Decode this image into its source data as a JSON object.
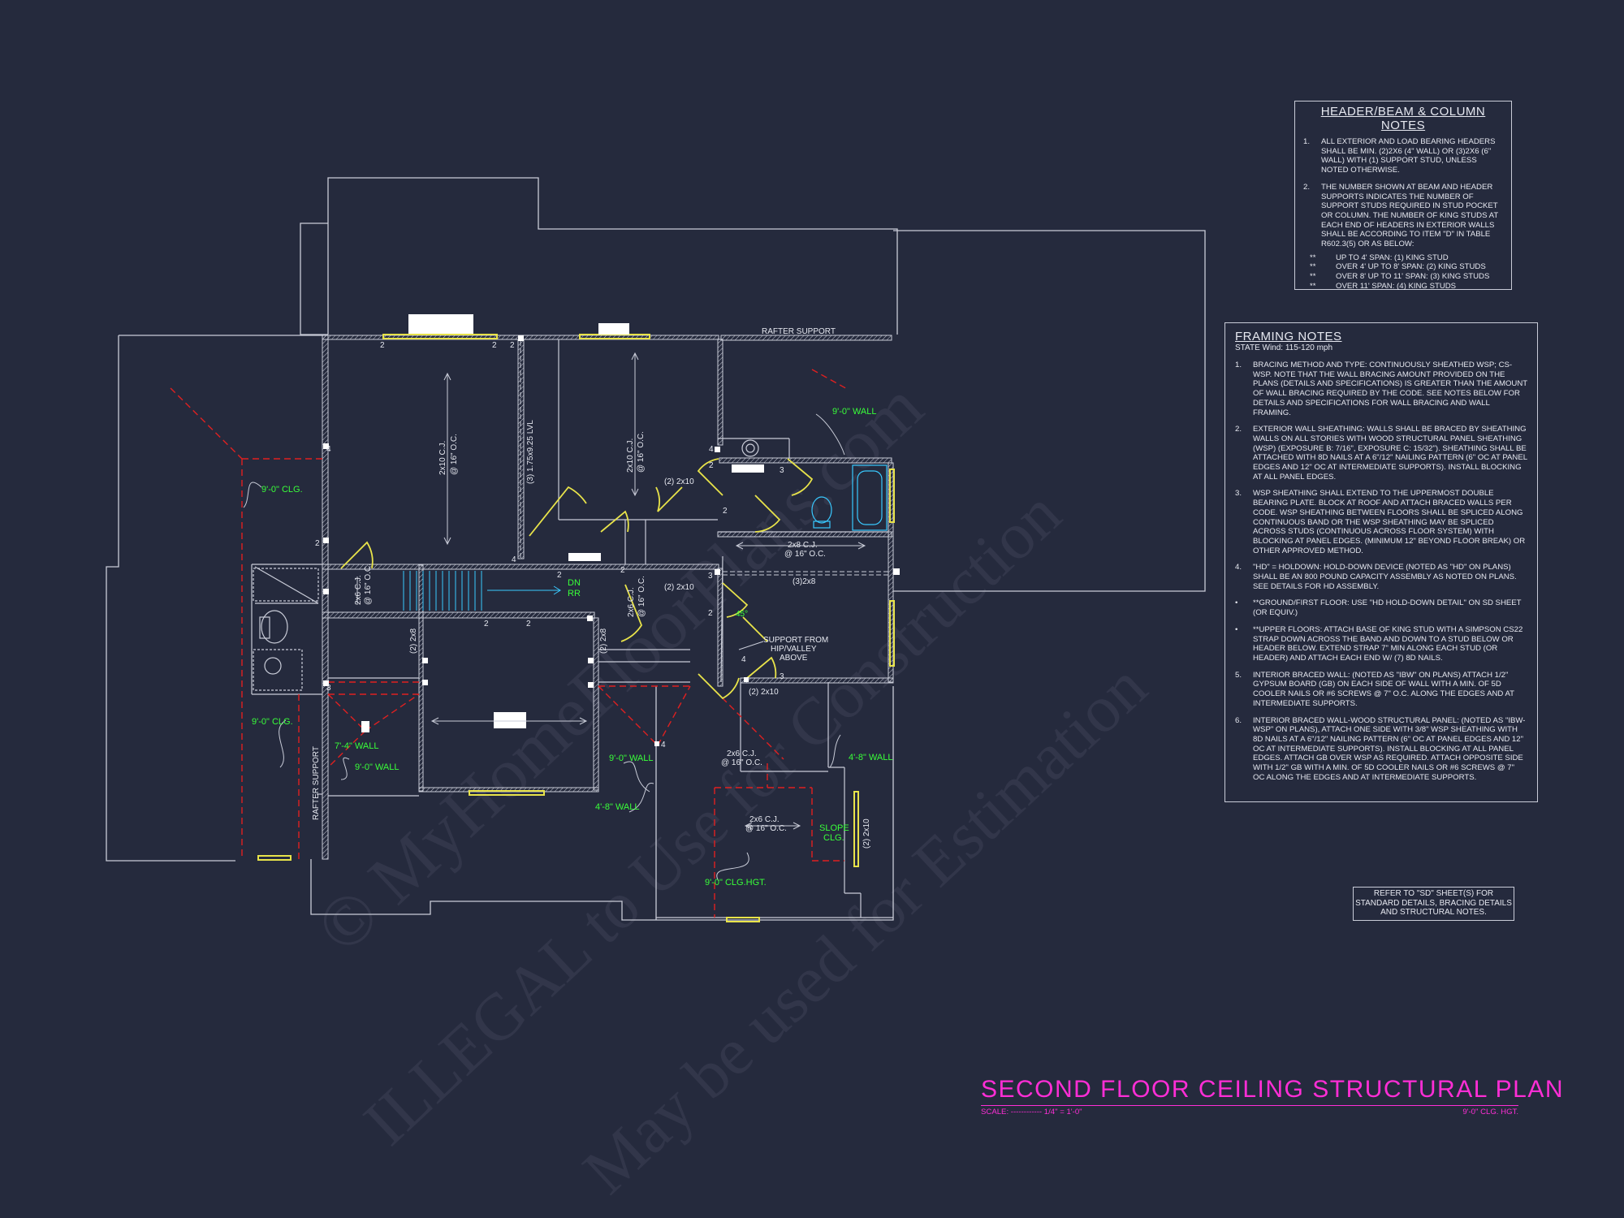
{
  "sheet": {
    "background": "#252a3d",
    "line_color": "#c9ccd8",
    "label_color": "#39ff39",
    "accent_color": "#ff2ed6",
    "red_dash_color": "#e02020",
    "window_color": "#e8e34a"
  },
  "watermark": {
    "line1": "© MyHomeFloorPlans.com",
    "line2": "ILLEGAL to Use for Construction",
    "line3": "May be used for Estimation"
  },
  "title_block": {
    "title": "SECOND FLOOR CEILING STRUCTURAL PLAN",
    "scale_label": "SCALE: ------------ 1/4\" = 1'-0\"",
    "ceiling_height": "9'-0\" CLG. HGT."
  },
  "header_notes": {
    "title": "HEADER/BEAM & COLUMN NOTES",
    "items": [
      {
        "num": "1.",
        "text": "ALL EXTERIOR AND LOAD BEARING HEADERS SHALL BE MIN. (2)2x6 (4\" WALL) OR (3)2x6 (6\" WALL) WITH (1) SUPPORT STUD, UNLESS NOTED OTHERWISE."
      },
      {
        "num": "2.",
        "text": "THE NUMBER SHOWN AT BEAM AND HEADER SUPPORTS INDICATES THE NUMBER OF SUPPORT STUDS REQUIRED IN STUD POCKET OR COLUMN. THE NUMBER OF KING STUDS AT EACH END OF HEADERS IN EXTERIOR WALLS SHALL BE ACCORDING TO ITEM \"d\" IN TABLE R602.3(5) OR AS BELOW:"
      }
    ],
    "sub_items": [
      "UP TO 4' SPAN: (1) KING STUD",
      "OVER 4' UP TO 8' SPAN: (2) KING STUDS",
      "OVER 8' UP TO 11' SPAN: (3) KING STUDS",
      "OVER 11' SPAN: (4) KING STUDS"
    ],
    "bullet": "**"
  },
  "framing_notes": {
    "title": "FRAMING NOTES",
    "subtitle": "STATE Wind: 115-120 mph",
    "items": [
      {
        "num": "1.",
        "text": "BRACING METHOD AND TYPE: CONTINUOUSLY SHEATHED WSP; CS-WSP. NOTE THAT THE WALL BRACING AMOUNT PROVIDED ON THE PLANS (DETAILS AND SPECIFICATIONS) IS GREATER THAN THE AMOUNT OF WALL BRACING REQUIRED BY THE CODE. SEE NOTES BELOW FOR DETAILS AND SPECIFICATIONS FOR WALL BRACING AND WALL FRAMING."
      },
      {
        "num": "2.",
        "text": "EXTERIOR WALL SHEATHING: WALLS SHALL BE BRACED BY SHEATHING WALLS ON ALL STORIES WITH WOOD STRUCTURAL PANEL SHEATHING (WSP) (EXPOSURE B: 7/16\", EXPOSURE C: 15/32\"). SHEATHING SHALL BE ATTACHED WITH 8d NAILS AT A 6\"/12\" NAILING PATTERN (6\" OC AT PANEL EDGES AND 12\" OC AT INTERMEDIATE SUPPORTS). INSTALL BLOCKING AT ALL PANEL EDGES."
      },
      {
        "num": "3.",
        "text": "WSP SHEATHING SHALL EXTEND TO THE UPPERMOST DOUBLE BEARING PLATE. BLOCK AT ROOF AND ATTACH BRACED WALLS PER CODE. WSP SHEATHING BETWEEN FLOORS SHALL BE SPLICED ALONG CONTINUOUS BAND OR THE WSP SHEATHING MAY BE SPLICED ACROSS STUDS (CONTINUOUS ACROSS FLOOR SYSTEM) WITH BLOCKING AT PANEL EDGES. (MINIMUM 12\" BEYOND FLOOR BREAK) OR OTHER APPROVED METHOD."
      },
      {
        "num": "4.",
        "text": "\"HD\" = HOLDOWN: HOLD-DOWN DEVICE (NOTED AS \"HD\" ON PLANS) SHALL BE AN 800 POUND CAPACITY ASSEMBLY AS NOTED ON PLANS. SEE DETAILS FOR HD ASSEMBLY."
      },
      {
        "num": "•",
        "text": "**GROUND/FIRST FLOOR: USE \"HD HOLD-DOWN DETAIL\" ON SD SHEET (OR EQUIV.)"
      },
      {
        "num": "•",
        "text": "**UPPER FLOORS: ATTACH BASE OF KING STUD WITH A SIMPSON CS22 STRAP DOWN ACROSS THE BAND AND DOWN TO A STUD BELOW OR HEADER BELOW. EXTEND STRAP 7\" MIN ALONG EACH STUD (OR HEADER) AND ATTACH EACH END W/ (7) 8d NAILS."
      },
      {
        "num": "5.",
        "text": "INTERIOR BRACED WALL: (NOTED AS \"IBW\" ON PLANS) ATTACH 1/2\" GYPSUM BOARD (GB) ON EACH SIDE OF WALL WITH A MIN. OF 5d COOLER NAILS OR #6 SCREWS @ 7\" O.C. ALONG THE EDGES AND AT INTERMEDIATE SUPPORTS."
      },
      {
        "num": "6.",
        "text": "INTERIOR BRACED WALL-WOOD STRUCTURAL PANEL: (NOTED AS \"IBW-WSP\" ON PLANS), ATTACH ONE SIDE WITH 3/8\" WSP SHEATHING WITH 8d NAILS AT A 6\"/12\" NAILING PATTERN (6\" OC AT PANEL EDGES AND 12\" OC AT INTERMEDIATE SUPPORTS). INSTALL BLOCKING AT ALL PANEL EDGES. ATTACH GB OVER WSP AS REQUIRED. ATTACH OPPOSITE SIDE WITH 1/2\" GB WITH A MIN. OF 5d COOLER NAILS OR #6 SCREWS @ 7\" OC ALONG THE EDGES AND AT INTERMEDIATE SUPPORTS."
      }
    ]
  },
  "refer_note": "REFER TO \"SD\" SHEET(S) FOR STANDARD DETAILS, BRACING DETAILS AND STRUCTURAL NOTES.",
  "plan_labels": {
    "rafter_support_top": "RAFTER SUPPORT",
    "rafter_support_left": "RAFTER SUPPORT",
    "clg_nw": "9'-0\" CLG.",
    "clg_w": "9'-0\" CLG.",
    "clg_s": "9'-0\" CLG.HGT.",
    "wall_ne": "9'-0\" WALL",
    "wall_7_4": "7'-4\" WALL",
    "wall_9_w": "9'-0\" WALL",
    "wall_9_c": "9'-0\" WALL",
    "wall_4_8_c": "4'-8\" WALL",
    "wall_4_8_e": "4'-8\" WALL",
    "slope_clg_1": "SLOPE",
    "slope_clg_2": "CLG.",
    "cj_2x10_left_1": "2x10 C.J.",
    "cj_2x10_left_2": "@ 16\" O.C.",
    "lvl": "(3) 1.75x9.25 LVL",
    "cj_2x10_mid_1": "2x10 C.J.",
    "cj_2x10_mid_2": "@ 16\" O.C.",
    "cj_2x8_1": "2x8 C.J.",
    "cj_2x8_2": "@ 16\" O.C.",
    "hdr_2x10_a": "(2) 2x10",
    "hdr_2x10_b": "(2) 2x10",
    "hdr_2x10_c": "(2) 2x10",
    "hdr_2x10_d": "(2) 2x10",
    "beam_3_2x8": "(3)2x8",
    "hdr_2x8_a": "(2) 2x8",
    "hdr_2x8_b": "(2) 2x8",
    "cj_2x6_w_1": "2x6 C.J.",
    "cj_2x6_w_2": "@ 16\" O.C.",
    "cj_2x6_c_1": "2x6 C.J.",
    "cj_2x6_c_2": "@ 16\" O.C.",
    "cj_2x6_s_1": "2x6 C.J.",
    "cj_2x6_s_2": "@ 16\" O.C.",
    "cj_2x6_e_1": "2x6 C.J.",
    "cj_2x6_e_2": "@ 16\" O.C.",
    "dn": "DN",
    "rr": "RR",
    "support_1": "SUPPORT FROM",
    "support_2": "HIP/VALLEY",
    "support_3": "ABOVE",
    "angle_45": "45°",
    "n2": "2",
    "n3": "3",
    "n4": "4"
  }
}
